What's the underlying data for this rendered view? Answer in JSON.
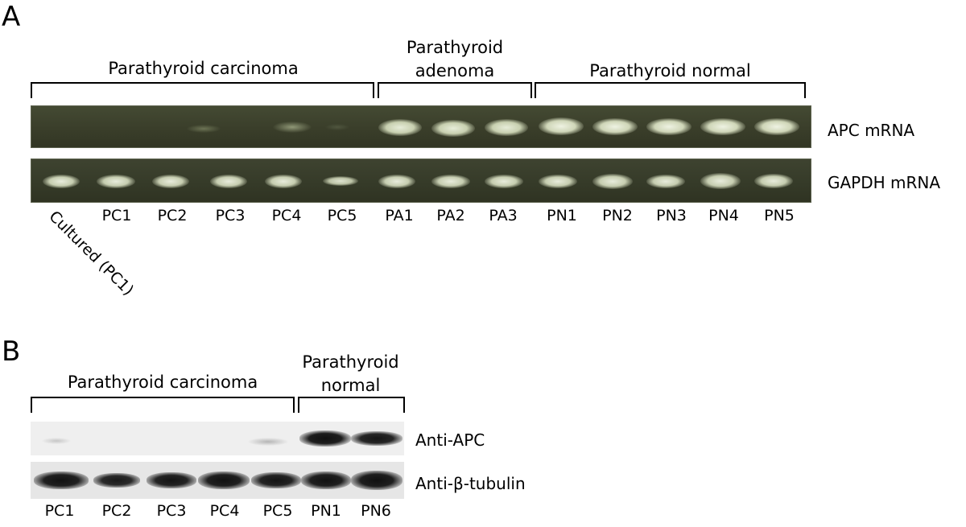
{
  "panel_a": {
    "letter": "A",
    "groups": {
      "carcinoma": "Parathyroid carcinoma",
      "adenoma_line1": "Parathyroid",
      "adenoma_line2": "adenoma",
      "normal": "Parathyroid normal"
    },
    "rows": {
      "top": "APC mRNA",
      "bottom": "GAPDH mRNA"
    },
    "rotated_lane": "Cultured (PC1)",
    "lanes": [
      "PC1",
      "PC2",
      "PC3",
      "PC4",
      "PC5",
      "PA1",
      "PA2",
      "PA3",
      "PN1",
      "PN2",
      "PN3",
      "PN4",
      "PN5"
    ]
  },
  "panel_b": {
    "letter": "B",
    "groups": {
      "carcinoma": "Parathyroid carcinoma",
      "normal_line1": "Parathyroid",
      "normal_line2": "normal"
    },
    "rows": {
      "top": "Anti-APC",
      "bottom": "Anti-β-tubulin"
    },
    "lanes": [
      "PC1",
      "PC2",
      "PC3",
      "PC4",
      "PC5",
      "PN1",
      "PN6"
    ]
  }
}
